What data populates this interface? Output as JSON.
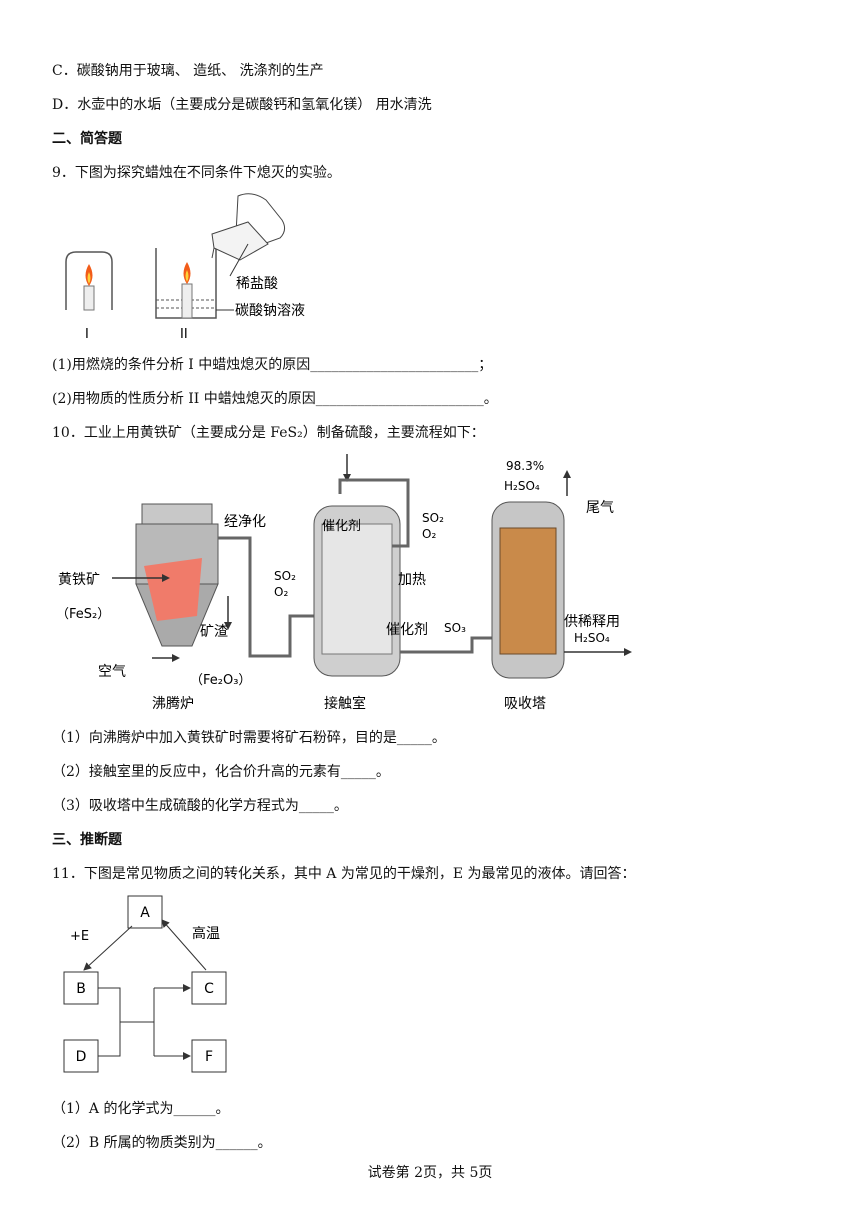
{
  "page": {
    "option_c": "C．碳酸钠用于玻璃、 造纸、 洗涤剂的生产",
    "option_d": "D．水壶中的水垢（主要成分是碳酸钙和氢氧化镁） 用水清洗",
    "section2": "二、简答题",
    "q9": "9．下图为探究蜡烛在不同条件下熄灭的实验。",
    "q9_1": "(1)用燃烧的条件分析 I 中蜡烛熄灭的原因________________________；",
    "q9_2": "(2)用物质的性质分析 II 中蜡烛熄灭的原因________________________。",
    "q10": "10．工业上用黄铁矿（主要成分是 FeS₂）制备硫酸，主要流程如下：",
    "q10_1": "（1）向沸腾炉中加入黄铁矿时需要将矿石粉碎，目的是_____。",
    "q10_2": "（2）接触室里的反应中，化合价升高的元素有_____。",
    "q10_3": "（3）吸收塔中生成硫酸的化学方程式为_____。",
    "section3": "三、推断题",
    "q11": "11．下图是常见物质之间的转化关系，其中 A 为常见的干燥剂，E 为最常见的液体。请回答：",
    "q11_1": "（1）A 的化学式为______。",
    "q11_2": "（2）B 所属的物质类别为______。",
    "footer": "试卷第 2页，共 5页"
  },
  "fig9": {
    "label_acid": "稀盐酸",
    "label_solution": "碳酸钠溶液",
    "label_i": "I",
    "label_ii": "II"
  },
  "fig10": {
    "pyrite": "黄铁矿",
    "pyrite_formula": "（FeS₂）",
    "air": "空气",
    "purify": "经净化",
    "slag": "矿渣",
    "slag_formula": "（Fe₂O₃）",
    "furnace": "沸腾炉",
    "so2_1": "SO₂",
    "o2_1": "O₂",
    "catalyst_top": "催化剂",
    "so2_2": "SO₂",
    "o2_2": "O₂",
    "heat": "加热",
    "catalyst_mid": "催化剂",
    "so3": "SO₃",
    "contact": "接触室",
    "acid_conc": "98.3%",
    "acid_formula": "H₂SO₄",
    "tail_gas": "尾气",
    "supply": "供稀释用",
    "supply_formula": "H₂SO₄",
    "tower": "吸收塔"
  },
  "fig11": {
    "a": "A",
    "b": "B",
    "c": "C",
    "d": "D",
    "f": "F",
    "plus_e": "+E",
    "high_temp": "高温"
  }
}
